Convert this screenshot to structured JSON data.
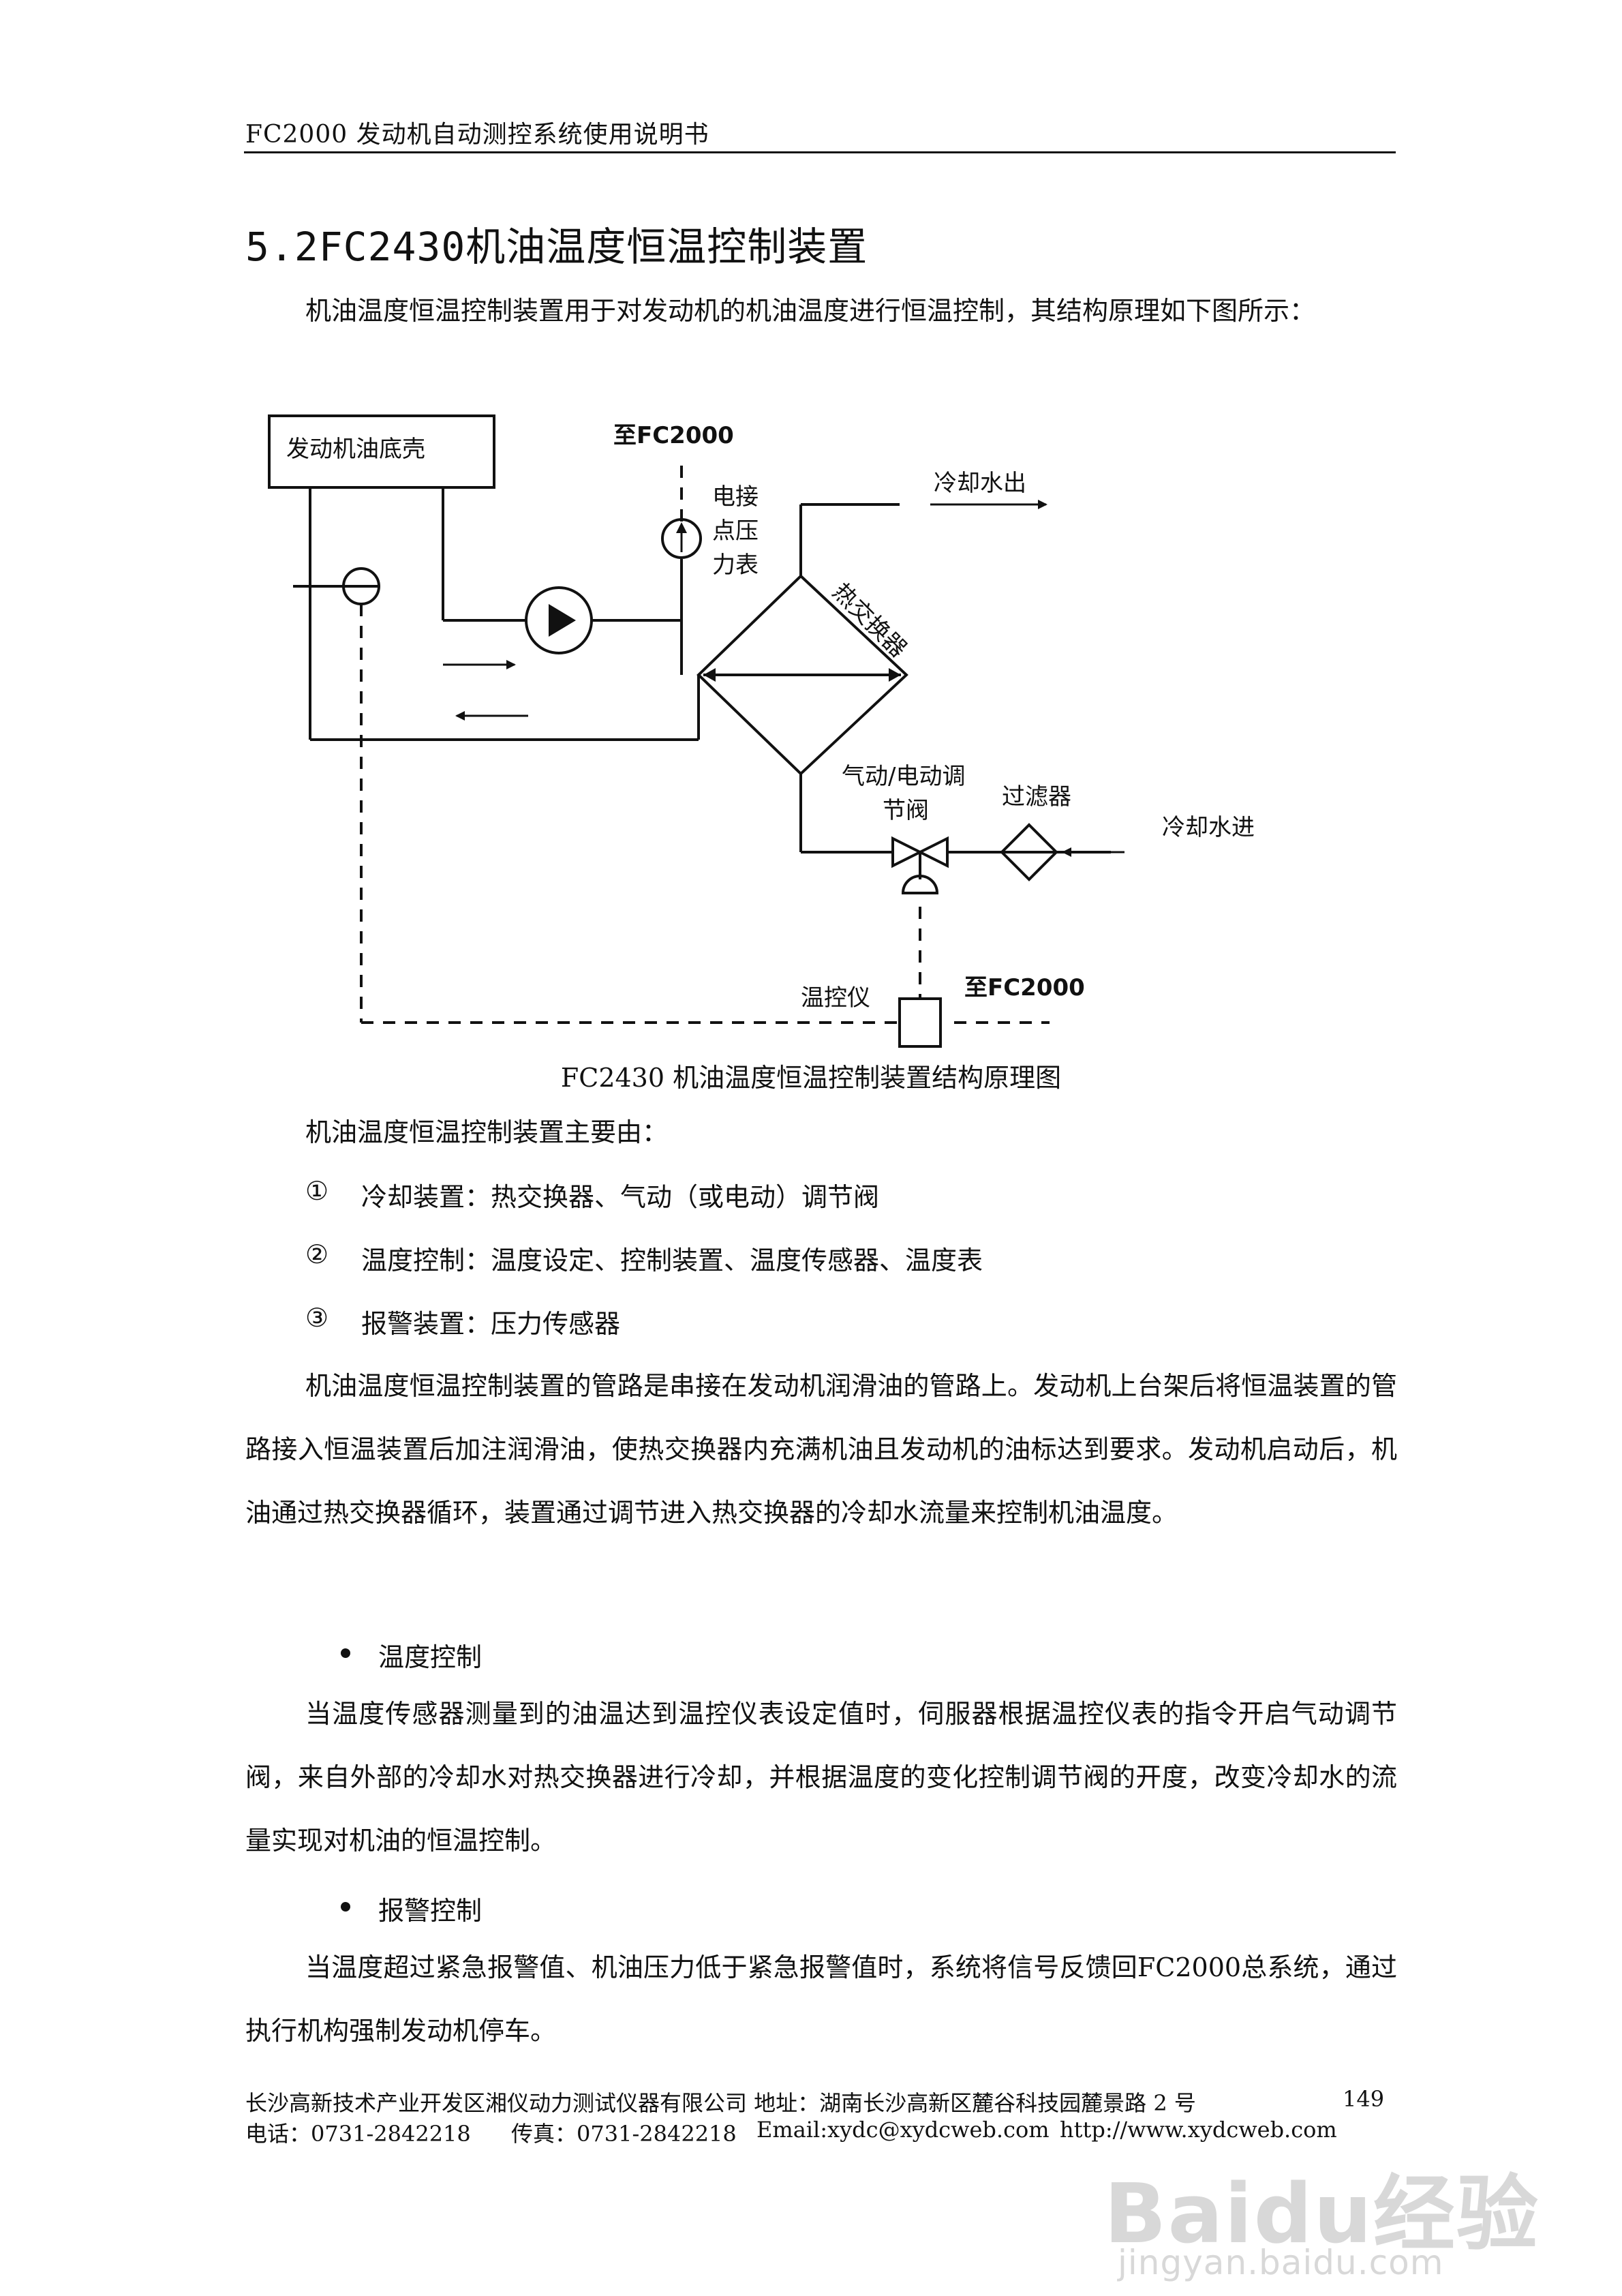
{
  "header": {
    "title": "FC2000 发动机自动测控系统使用说明书"
  },
  "section": {
    "title": "5.2FC2430机油温度恒温控制装置"
  },
  "intro": "机油温度恒温控制装置用于对发动机的机油温度进行恒温控制，其结构原理如下图所示：",
  "diagram": {
    "labels": {
      "sump": "发动机油底壳",
      "to_fc2000_top": "至FC2000",
      "gauge_1": "电接",
      "gauge_2": "点压",
      "gauge_3": "力表",
      "cooling_out": "冷却水出",
      "heat_exchanger": "热交换器",
      "valve_1": "气动/电动调",
      "valve_2": "节阀",
      "filter": "过滤器",
      "cooling_in": "冷却水进",
      "thermostat": "温控仪",
      "to_fc2000_bottom": "至FC2000"
    }
  },
  "caption": "FC2430 机油温度恒温控制装置结构原理图",
  "components_intro": "机油温度恒温控制装置主要由：",
  "components": [
    {
      "marker": "①",
      "text": "冷却装置：热交换器、气动（或电动）调节阀"
    },
    {
      "marker": "②",
      "text": "温度控制：温度设定、控制装置、温度传感器、温度表"
    },
    {
      "marker": "③",
      "text": "报警装置：压力传感器"
    }
  ],
  "paragraph_1": "机油温度恒温控制装置的管路是串接在发动机润滑油的管路上。发动机上台架后将恒温装置的管路接入恒温装置后加注润滑油，使热交换器内充满机油且发动机的油标达到要求。发动机启动后，机油通过热交换器循环，装置通过调节进入热交换器的冷却水流量来控制机油温度。",
  "bullet_temp": "温度控制",
  "paragraph_2": "当温度传感器测量到的油温达到温控仪表设定值时，伺服器根据温控仪表的指令开启气动调节阀，来自外部的冷却水对热交换器进行冷却，并根据温度的变化控制调节阀的开度，改变冷却水的流量实现对机油的恒温控制。",
  "bullet_alarm": "报警控制",
  "paragraph_3": "当温度超过紧急报警值、机油压力低于紧急报警值时，系统将信号反馈回FC2000总系统，通过执行机构强制发动机停车。",
  "footer": {
    "line1": "长沙高新技术产业开发区湘仪动力测试仪器有限公司 地址：湖南长沙高新区麓谷科技园麓景路 2 号",
    "page": "149",
    "phone": "电话：0731-2842218",
    "fax": "传真：0731-2842218",
    "email": "Email:xydc@xydcweb.com",
    "web": "http://www.xydcweb.com"
  },
  "watermark": {
    "logo": "Baidu经验",
    "url": "jingyan.baidu.com"
  }
}
